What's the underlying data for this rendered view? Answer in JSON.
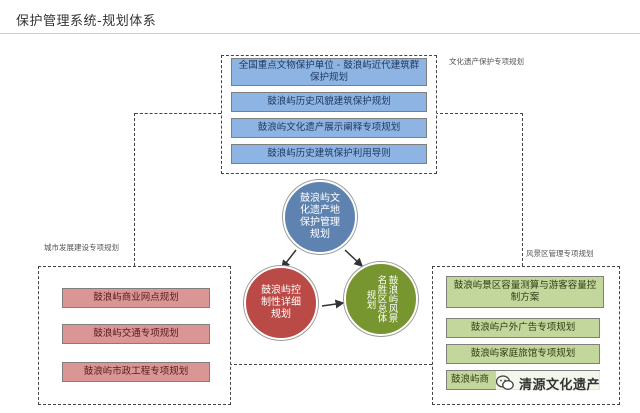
{
  "header": {
    "title": "保护管理系统-规划体系"
  },
  "groups": {
    "top": {
      "label": "文化遗产保护专项规划",
      "items": [
        "全国重点文物保护单位 - 鼓浪屿近代建筑群保护规划",
        "鼓浪屿历史风貌建筑保护规划",
        "鼓浪屿文化遗产展示阐释专项规划",
        "鼓浪屿历史建筑保护利用导则"
      ]
    },
    "left": {
      "label": "城市发展建设专项规划",
      "items": [
        "鼓浪屿商业网点规划",
        "鼓浪屿交通专项规划",
        "鼓浪屿市政工程专项规划"
      ]
    },
    "right": {
      "label": "风景区管理专项规划",
      "items": [
        "鼓浪屿景区容量测算与游客容量控制方案",
        "鼓浪屿户外广告专项规划",
        "鼓浪屿家庭旅馆专项规划",
        "鼓浪屿商"
      ]
    }
  },
  "circles": {
    "top": "鼓浪屿文化遗产地保护管理规划",
    "left": "鼓浪屿控制性详细规划",
    "right": "鼓浪屿风景名胜区总体规划"
  },
  "watermark": {
    "text": "清源文化遗产",
    "icon": "wechat-icon"
  },
  "colors": {
    "blue": "#8eb4e3",
    "red": "#d99694",
    "green": "#c3d69b",
    "circle_blue": "#5f83b1",
    "circle_red": "#b94a46",
    "circle_green": "#78962f"
  }
}
